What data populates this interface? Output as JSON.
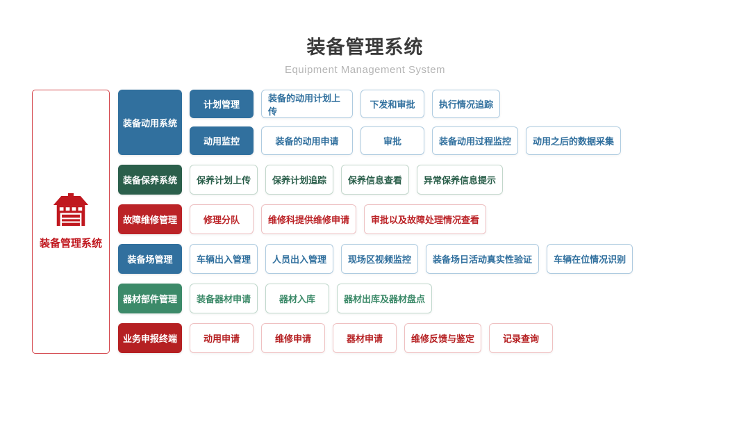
{
  "header": {
    "title": "装备管理系统",
    "subtitle": "Equipment Management System"
  },
  "root": {
    "label": "装备管理系统",
    "icon": "warehouse-icon"
  },
  "colors": {
    "blue": "#31709E",
    "blue_border": "#AECBE0",
    "greendark": "#2B5F4B",
    "greendark_border": "#C2D7CB",
    "red": "#BB2327",
    "red_border": "#EDBFC1",
    "green": "#3C8A69",
    "green_border": "#C0D8CC",
    "reddark": "#B52022",
    "reddark_border": "#EFC0C1",
    "root_red": "#C0181F"
  },
  "sections": [
    {
      "label": "装备动用系统",
      "scheme": "blue",
      "groups": [
        {
          "label": "计划管理",
          "items": [
            "装备的动用计划上传",
            "下发和审批",
            "执行情况追踪"
          ]
        },
        {
          "label": "动用监控",
          "items": [
            "装备的动用申请",
            "审批",
            "装备动用过程监控",
            "动用之后的数据采集"
          ]
        }
      ]
    },
    {
      "label": "装备保养系统",
      "scheme": "greendark",
      "items": [
        "保养计划上传",
        "保养计划追踪",
        "保养信息查看",
        "异常保养信息提示"
      ]
    },
    {
      "label": "故障维修管理",
      "scheme": "red",
      "items": [
        "修理分队",
        "维修科提供维修申请",
        "审批以及故障处理情况查看"
      ]
    },
    {
      "label": "装备场管理",
      "scheme": "blue",
      "items": [
        "车辆出入管理",
        "人员出入管理",
        "现场区视频监控",
        "装备场日活动真实性验证",
        "车辆在位情况识别"
      ]
    },
    {
      "label": "器材部件管理",
      "scheme": "green",
      "items": [
        "装备器材申请",
        "器材入库",
        "器材出库及器材盘点"
      ]
    },
    {
      "label": "业务申报终端",
      "scheme": "reddark",
      "items": [
        "动用申请",
        "维修申请",
        "器材申请",
        "维修反馈与鉴定",
        "记录查询"
      ]
    }
  ]
}
